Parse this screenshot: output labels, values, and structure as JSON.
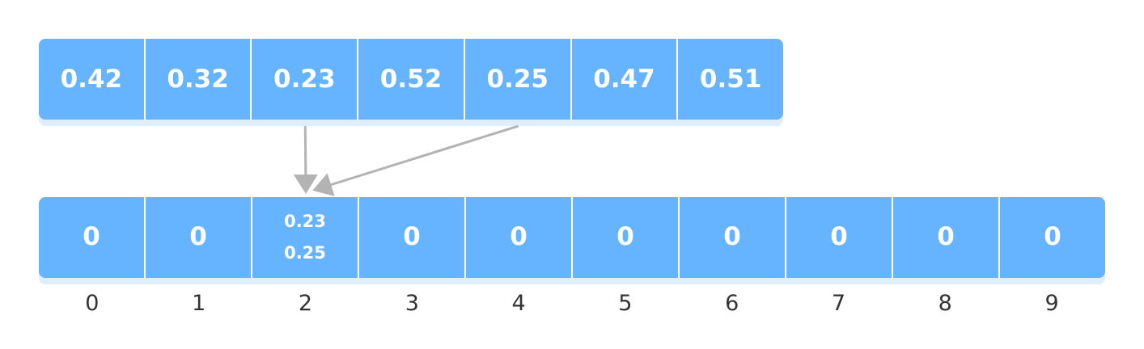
{
  "input_array": {
    "values": [
      "0.42",
      "0.32",
      "0.23",
      "0.52",
      "0.25",
      "0.47",
      "0.51"
    ]
  },
  "buckets": {
    "cells": [
      {
        "entries": [
          "0"
        ]
      },
      {
        "entries": [
          "0"
        ]
      },
      {
        "entries": [
          "0.23",
          "0.25"
        ]
      },
      {
        "entries": [
          "0"
        ]
      },
      {
        "entries": [
          "0"
        ]
      },
      {
        "entries": [
          "0"
        ]
      },
      {
        "entries": [
          "0"
        ]
      },
      {
        "entries": [
          "0"
        ]
      },
      {
        "entries": [
          "0"
        ]
      },
      {
        "entries": [
          "0"
        ]
      }
    ],
    "indices": [
      "0",
      "1",
      "2",
      "3",
      "4",
      "5",
      "6",
      "7",
      "8",
      "9"
    ]
  },
  "arrows": [
    {
      "from_input_index": 2,
      "to_bucket_index": 2
    },
    {
      "from_input_index": 4,
      "to_bucket_index": 2
    }
  ],
  "colors": {
    "cell_fill": "#66b3ff",
    "cell_text": "#ffffff",
    "arrow": "#b3b3b3",
    "index_text": "#333333"
  }
}
